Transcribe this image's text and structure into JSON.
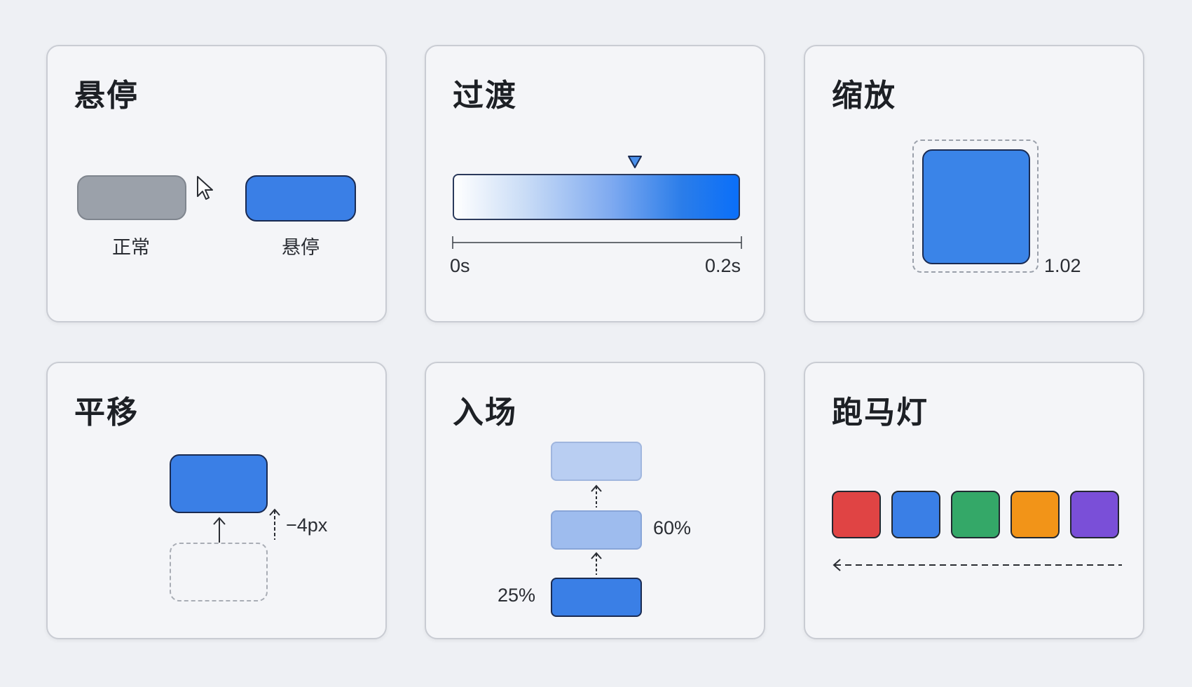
{
  "cards": {
    "hover": {
      "title": "悬停",
      "normal_label": "正常",
      "hover_label": "悬停",
      "normal_color": "#9ba1aa",
      "hover_color": "#3a7fe6",
      "cursor_icon": "pointer-cursor-icon"
    },
    "transition": {
      "title": "过渡",
      "start_label": "0s",
      "end_label": "0.2s",
      "gradient_from": "#ffffff",
      "gradient_to": "#0a6ff9"
    },
    "scale": {
      "title": "缩放",
      "scale_value": "1.02",
      "box_color": "#3a84e8"
    },
    "translate": {
      "title": "平移",
      "offset_label": "−4px",
      "box_color": "#3a7fe6"
    },
    "entrance": {
      "title": "入场",
      "mid_label": "60%",
      "start_label": "25%"
    },
    "marquee": {
      "title": "跑马灯",
      "colors": [
        "#e04444",
        "#3a7fe6",
        "#34a868",
        "#f29418",
        "#7a4fd8"
      ]
    }
  }
}
